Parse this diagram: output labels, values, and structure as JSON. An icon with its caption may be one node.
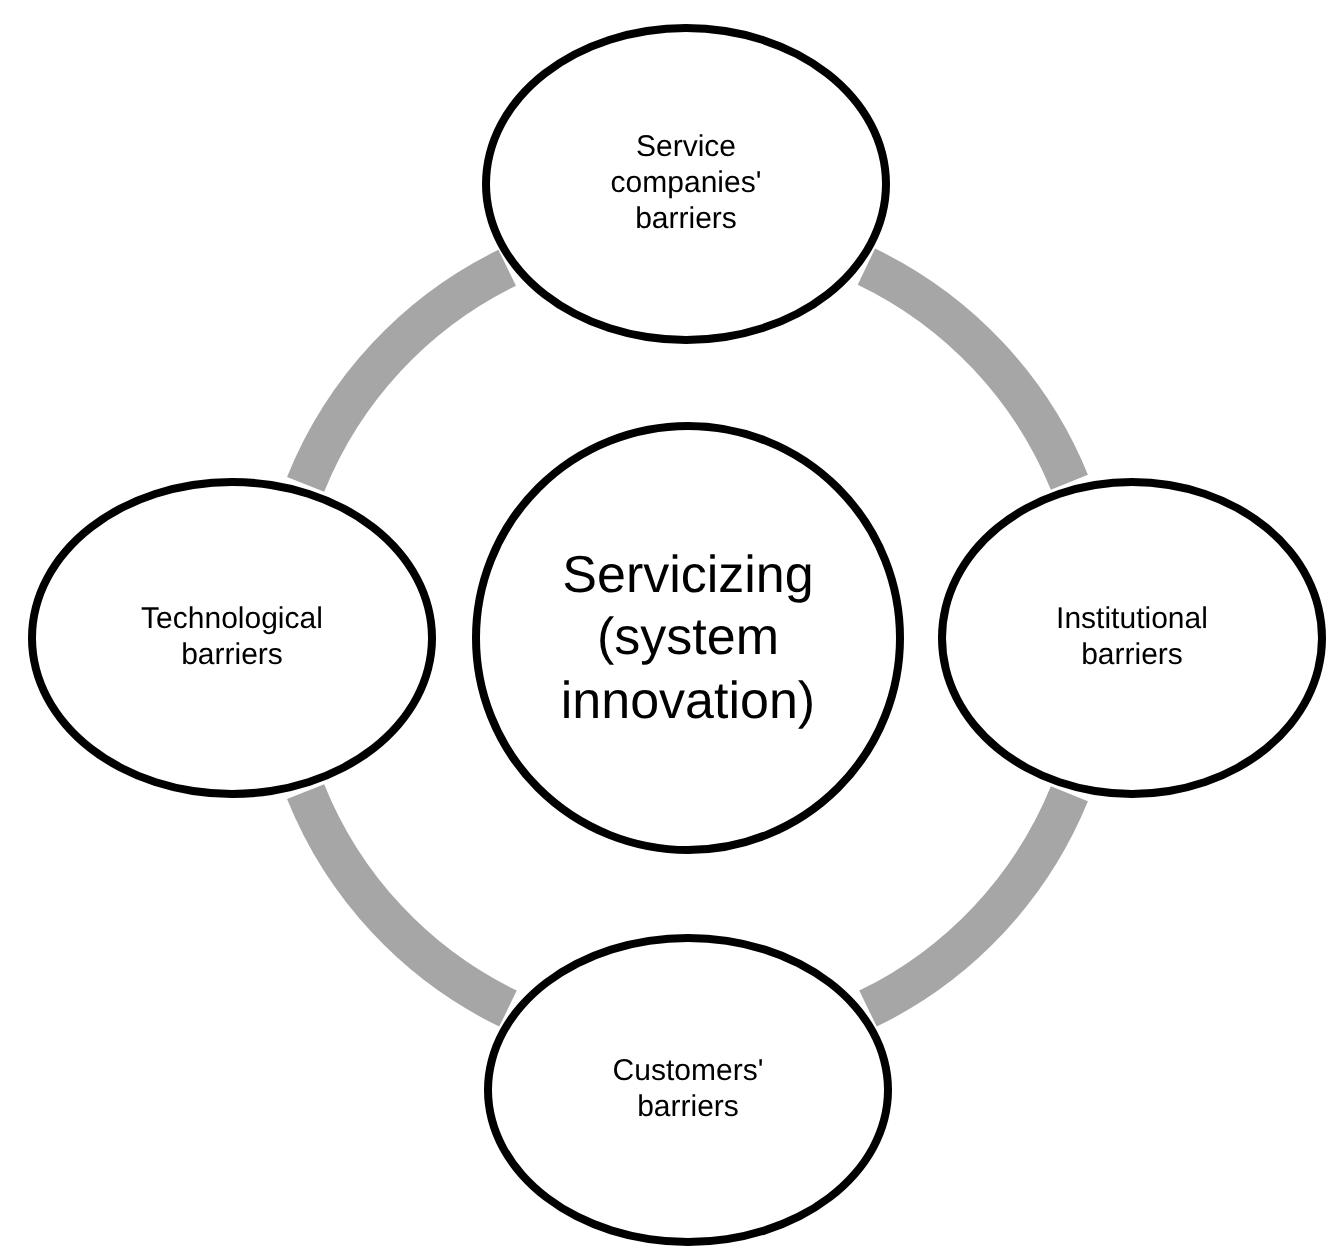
{
  "diagram": {
    "nodes": [
      {
        "text": [
          "Service companies' barriers"
        ]
      },
      {
        "text": [
          "Technological barriers"
        ]
      },
      {
        "text": [
          "Servicizing (system innovation)"
        ]
      },
      {
        "text": [
          "Institutional barriers"
        ]
      },
      {
        "text": [
          "Customers' barriers"
        ]
      }
    ],
    "edges": [
      {
        "from": 0,
        "to": 3,
        "arrow": "none"
      },
      {
        "from": 3,
        "to": 4,
        "arrow": "none"
      },
      {
        "from": 4,
        "to": 1,
        "arrow": "none"
      },
      {
        "from": 1,
        "to": 0,
        "arrow": "none"
      }
    ]
  }
}
